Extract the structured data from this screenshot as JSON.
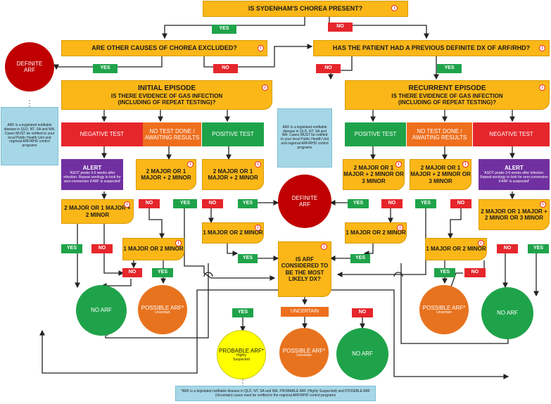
{
  "colors": {
    "question": "#fbb717",
    "yes": "#1fa34a",
    "no": "#e5262b",
    "orange": "#ee6f1e",
    "alert": "#7030a0",
    "note": "#a6d7e7",
    "definite": "#c00000",
    "probable": "#ffff00"
  },
  "icon": "info-icon",
  "top_question": "IS SYDENHAM'S CHOREA PRESENT?",
  "yes": "YES",
  "no": "NO",
  "uncertain": "UNCERTAIN",
  "q_other_causes": "ARE OTHER CAUSES OF CHOREA EXCLUDED?",
  "q_previous": "HAS THE PATIENT HAD A PREVIOUS DEFINITE DX OF ARF/RHD?",
  "definite_arf": "DEFINITE ARF",
  "note_text": "ARF is a legislated notifiable disease in QLD, NT, SA and WA. Cases MUST be notified to your local Public Health Unit and regional ARF/RHD control programs",
  "initial": {
    "title": "INITIAL EPISODE",
    "question": "IS THERE EVIDENCE OF GAS INFECTION (INCLUDING OF REPEAT TESTING)?",
    "negative": "NEGATIVE TEST",
    "no_test": "NO TEST DONE / AWAITING RESULTS",
    "positive": "POSITIVE TEST",
    "crit_notest": "2 MAJOR OR 1 MAJOR + 2 MINOR",
    "crit_positive": "2 MAJOR OR 1 MAJOR + 2 MINOR",
    "crit_negative": "2 MAJOR OR 1 MAJOR + 2 MINOR",
    "crit_1major": "1 MAJOR OR 2 MINOR",
    "crit_1major_b": "1 MAJOR OR 2 MINOR"
  },
  "recurrent": {
    "title": "RECURRENT EPISODE",
    "question": "IS THERE EVIDENCE OF GAS INFECTION (INCLUDING OF REPEAT TESTING)?",
    "positive": "POSITIVE TEST",
    "no_test": "NO TEST DONE / AWAITING RESULTS",
    "negative": "NEGATIVE TEST",
    "crit_positive": "2 MAJOR OR 1 MAJOR + 2 MINOR OR 3 MINOR",
    "crit_notest": "2 MAJOR OR 1 MAJOR + 2 MINOR OR 3 MINOR",
    "crit_negative": "2 MAJOR OR 1 MAJOR + 2 MINOR OR 3 MINOR",
    "crit_1major": "1 MAJOR OR 2 MINOR",
    "crit_1major_b": "1 MAJOR OR 2 MINOR"
  },
  "alert_title": "ALERT",
  "alert_text": "'ASOT peaks 3-6 weeks after infection. Repeat serology to look for sero-conversion if ARF is suspected'",
  "q_most_likely": "IS ARF CONSIDERED TO BE THE MOST LIKELY DX?",
  "no_arf": "NO ARF",
  "possible_arf": "POSSIBLE ARF*",
  "possible_sub": "Uncertain",
  "probable_arf": "PROBABLE ARF*",
  "probable_sub": "Highly Suspected",
  "footnote": "*ARF is a legislated notifiable disease in QLD, NT, SA and WA. PROBABLE ARF (Highly Suspected) and POSSIBLE ARF (Uncertain) cases must be notified to the regional ARF/RHD control programs"
}
